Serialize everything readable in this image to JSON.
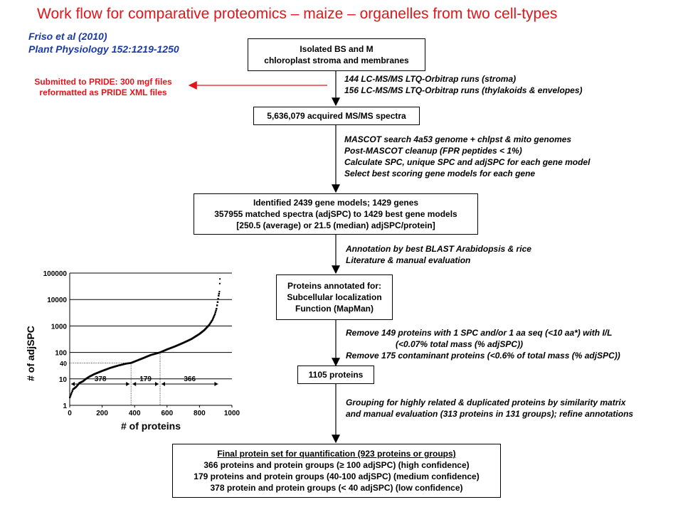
{
  "title": "Work flow for comparative proteomics – maize – organelles from two cell-types",
  "citation": {
    "line1": "Friso et al (2010)",
    "line2": "Plant Physiology 152:1219-1250"
  },
  "pride_note": {
    "line1": "Submitted to PRIDE: 300 mgf files",
    "line2": "reformatted as PRIDE XML files"
  },
  "colors": {
    "title": "#e3141b",
    "citation": "#1c3aa6",
    "arrow": "#e3141b"
  },
  "boxes": {
    "isolated": [
      "Isolated BS and M",
      "chloroplast stroma and membranes"
    ],
    "spectra": [
      "5,636,079 acquired MS/MS spectra"
    ],
    "identified": [
      "Identified 2439 gene models; 1429 genes",
      "357955 matched spectra (adjSPC) to 1429 best gene models",
      "[250.5 (average) or 21.5 (median) adjSPC/protein]"
    ],
    "annotated": [
      "Proteins annotated for:",
      "Subcellular localization",
      "Function (MapMan)"
    ],
    "proteins": [
      "1105 proteins"
    ],
    "final": [
      "Final protein set for quantification (923 proteins or groups)",
      "366 proteins and protein groups (≥ 100 adjSPC) (high confidence)",
      "179 proteins and protein groups (40-100 adjSPC) (medium confidence)",
      "378 protein and protein groups (< 40 adjSPC) (low confidence)"
    ]
  },
  "notes": {
    "runs": [
      "144 LC-MS/MS LTQ-Orbitrap  runs (stroma)",
      "156 LC-MS/MS LTQ-Orbitrap  runs (thylakoids  & envelopes)"
    ],
    "mascot": [
      "MASCOT search 4a53 genome + chlpst & mito genomes",
      "Post-MASCOT cleanup (FPR peptides < 1%)",
      "Calculate SPC, unique SPC and adjSPC for each gene model",
      "Select best scoring gene models for each gene"
    ],
    "annotation": [
      "Annotation by best BLAST Arabidopsis & rice",
      "Literature & manual evaluation"
    ],
    "remove": [
      "Remove 149 proteins with 1 SPC and/or 1 aa seq (<10 aa*) with I/L",
      "(<0.07% total mass (% adjSPC))",
      "Remove 175 contaminant proteins (<0.6% of total mass (% adjSPC))"
    ],
    "grouping": [
      "Grouping for highly related & duplicated proteins by similarity matrix",
      "and manual evaluation (313 proteins in 131 groups); refine annotations"
    ]
  },
  "chart_data": {
    "type": "scatter",
    "xlabel": "# of proteins",
    "ylabel": "# of adjSPC",
    "xlim": [
      0,
      1000
    ],
    "ylim": [
      1,
      100000
    ],
    "yscale": "log",
    "x_ticks": [
      "0",
      "200",
      "400",
      "600",
      "800",
      "1000"
    ],
    "y_ticks": [
      "1",
      "10",
      "100",
      "1000",
      "10000",
      "100000"
    ],
    "extra_y_label": "40",
    "segments": [
      {
        "label": "378",
        "from": 0,
        "to": 378
      },
      {
        "label": "179",
        "from": 378,
        "to": 557
      },
      {
        "label": "366",
        "from": 557,
        "to": 923
      }
    ],
    "threshold_lines": [
      {
        "y": 40,
        "x": 378
      },
      {
        "y": 100,
        "x": 557
      }
    ],
    "series": [
      {
        "points_x": [
          1,
          20,
          40,
          60,
          80,
          100,
          120,
          150,
          200,
          250,
          300,
          350,
          378,
          450,
          500,
          557,
          600,
          650,
          700,
          750,
          800,
          830,
          860,
          880,
          895,
          905,
          912,
          918,
          923
        ],
        "points_y": [
          2,
          4,
          5,
          7,
          8,
          10,
          12,
          15,
          20,
          26,
          32,
          38,
          40,
          60,
          80,
          100,
          130,
          170,
          230,
          320,
          500,
          700,
          1100,
          1700,
          2800,
          4500,
          8000,
          14000,
          20000
        ]
      }
    ]
  }
}
